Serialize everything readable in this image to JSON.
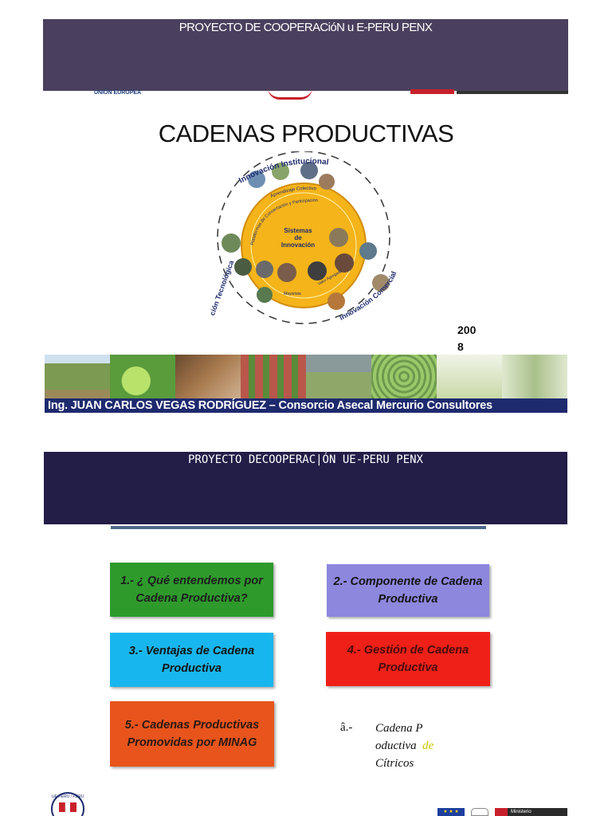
{
  "slide1": {
    "banner": "PROYECTO  DE  COOPERACióN u E-PERU  PENX",
    "eu_label": "UNIÓN EUROPEA",
    "title": "CADENAS PRODUCTIVAS",
    "diagram": {
      "top_label": "Innovación Institucional",
      "inner_top": "Aprendizaje Colectivo",
      "arc_label": "Plataformas de Concertación y Participación",
      "center_lines": [
        "Sistemas",
        "de",
        "Innovación"
      ],
      "right_label": "Innovación Comercial",
      "left_label": "ción Tecnológica",
      "small_labels": [
        "Valor Agregado",
        "Mayorista"
      ]
    },
    "year_line1": "200",
    "year_line2": "8",
    "author": "Ing. JUAN CARLOS VEGAS RODRÍGUEZ – Consorcio Asecal Mercurio Consultores",
    "photo_colors": [
      "#7d9a52",
      "#5a9b3c",
      "#a87a4e",
      "#b8574a",
      "#8fa86a",
      "#6e9a6e",
      "#c9d9a8",
      "#a9c08a"
    ]
  },
  "slide2": {
    "banner": "PROYECTO DECOOPERAC|ÓN UE-PERU PENX",
    "box1": "1.- ¿ Qué entendemos por Cadena Productiva?",
    "box2": "2.-  Componente de Cadena Productiva",
    "box3": "3.- Ventajas de Cadena Productiva",
    "box4": "4.- Gestión de Cadena Productiva",
    "box5": "5.- Cadenas Productivas Promovidas por MINAG",
    "item_number": "â.-",
    "item_line1": "Cadena P",
    "item_line2a": "oductiva",
    "item_line2b": "de",
    "item_line3": "Cítricos",
    "logo_text": "UE-PERU / PERU",
    "ministerio": "Ministerio"
  },
  "colors": {
    "banner1": "#4a405e",
    "banner2": "#221e48",
    "author_bar": "#1e2a6e",
    "green_box": "#2e9a2c",
    "purple_box": "#8d87de",
    "cyan_box": "#18b6ee",
    "red_box": "#ee2018",
    "orange_box": "#e8541c",
    "diagram_yellow": "#f4b41a"
  }
}
